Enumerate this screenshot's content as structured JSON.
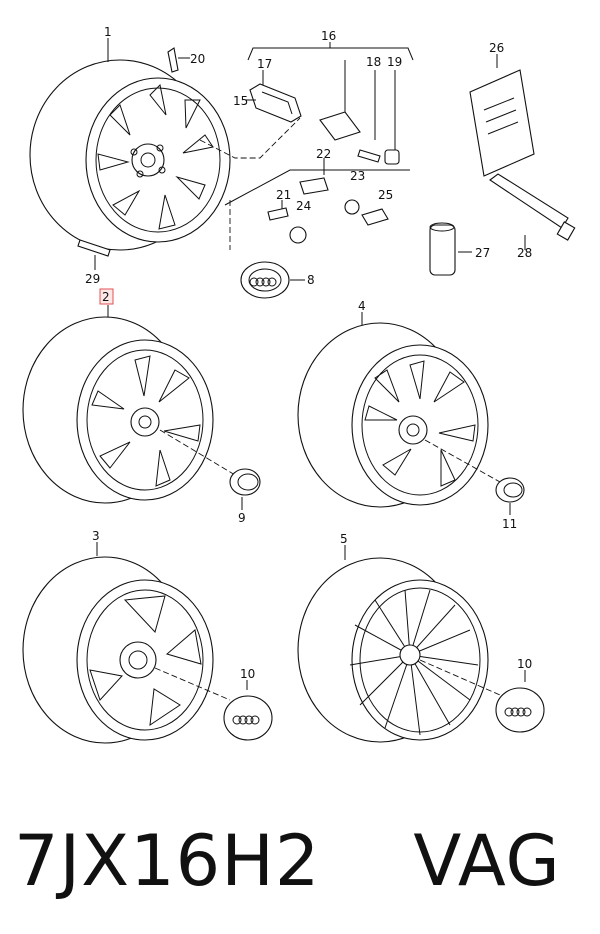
{
  "labels": {
    "p1": "1",
    "p2": "2",
    "p3": "3",
    "p4": "4",
    "p5": "5",
    "p8": "8",
    "p9": "9",
    "p10a": "10",
    "p10b": "10",
    "p11": "11",
    "p15": "15",
    "p16": "16",
    "p17": "17",
    "p18": "18",
    "p19": "19",
    "p20": "20",
    "p21": "21",
    "p22": "22",
    "p23": "23",
    "p24": "24",
    "p25": "25",
    "p26": "26",
    "p27": "27",
    "p28": "28",
    "p29": "29"
  },
  "highlighted_label": "2",
  "caption": {
    "part_number": "7JX16H2",
    "brand": "VAG"
  },
  "colors": {
    "line": "#111111",
    "highlight_border": "#e05050",
    "highlight_fill": "#fde8e8"
  }
}
